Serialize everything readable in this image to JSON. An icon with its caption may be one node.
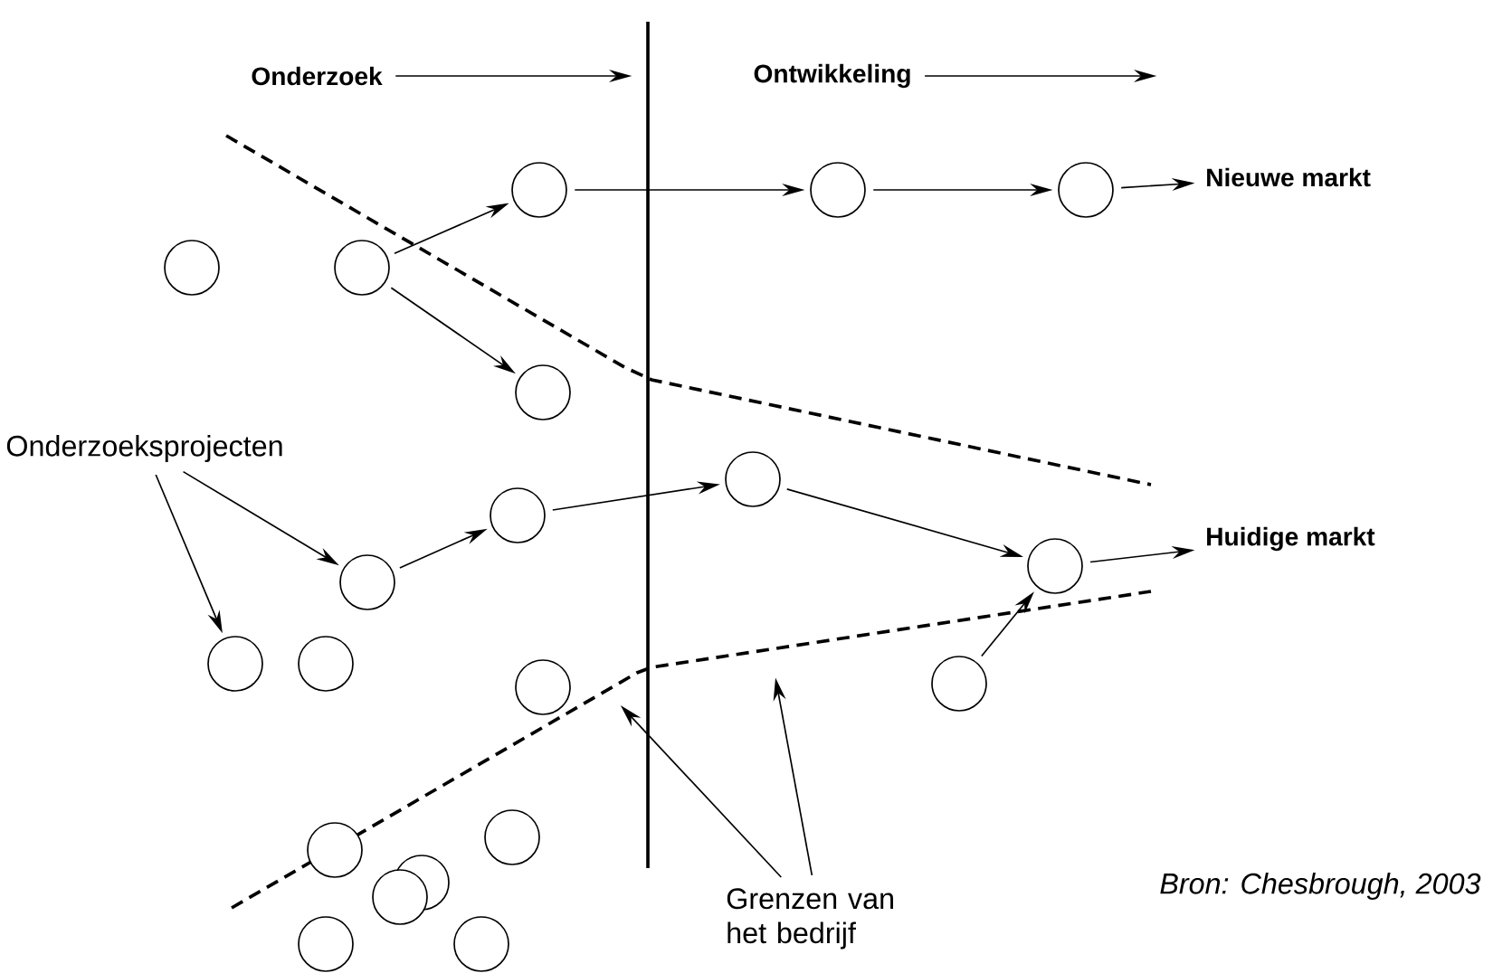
{
  "diagram": {
    "nodes": [
      {
        "text": [
          "Onderzoek"
        ]
      },
      {
        "text": [
          "Ontwikkeling"
        ]
      },
      {
        "text": [],
        "shape": "circle"
      },
      {
        "text": [],
        "shape": "circle"
      },
      {
        "text": [],
        "shape": "circle"
      },
      {
        "text": [],
        "shape": "circle"
      },
      {
        "text": [],
        "shape": "circle"
      },
      {
        "text": [
          "Nieuwe markt"
        ]
      },
      {
        "text": [],
        "shape": "circle"
      },
      {
        "text": [
          "Onderzoeksprojecten"
        ]
      },
      {
        "text": [],
        "shape": "circle"
      },
      {
        "text": [],
        "shape": "circle"
      },
      {
        "text": [],
        "shape": "circle"
      },
      {
        "text": [],
        "shape": "circle"
      },
      {
        "text": [
          "Huidige markt"
        ]
      },
      {
        "text": [],
        "shape": "circle"
      },
      {
        "text": [],
        "shape": "circle"
      },
      {
        "text": [],
        "shape": "circle"
      },
      {
        "text": [],
        "shape": "circle"
      },
      {
        "text": [
          "Grenzen van het bedrijf"
        ]
      },
      {
        "text": [],
        "shape": "circle"
      },
      {
        "text": [],
        "shape": "circle"
      },
      {
        "text": [],
        "shape": "circle"
      },
      {
        "text": [],
        "shape": "circle"
      },
      {
        "text": [],
        "shape": "circle"
      },
      {
        "text": [],
        "shape": "circle"
      }
    ],
    "edges": [
      {
        "from": 0,
        "to": null,
        "arrow": "to"
      },
      {
        "from": 1,
        "to": null,
        "arrow": "to"
      },
      {
        "from": 3,
        "to": 4,
        "arrow": "to"
      },
      {
        "from": 3,
        "to": 8,
        "arrow": "to"
      },
      {
        "from": 4,
        "to": 5,
        "arrow": "to"
      },
      {
        "from": 5,
        "to": 6,
        "arrow": "to"
      },
      {
        "from": 6,
        "to": 7,
        "arrow": "to"
      },
      {
        "from": 9,
        "to": 15,
        "arrow": "to"
      },
      {
        "from": 9,
        "to": 12,
        "arrow": "to"
      },
      {
        "from": 12,
        "to": 10,
        "arrow": "to"
      },
      {
        "from": 10,
        "to": 11,
        "arrow": "to"
      },
      {
        "from": 11,
        "to": 13,
        "arrow": "to"
      },
      {
        "from": 18,
        "to": 13,
        "arrow": "to"
      },
      {
        "from": 13,
        "to": 14,
        "arrow": "to"
      },
      {
        "from": 19,
        "to": null,
        "arrow": "to"
      },
      {
        "from": 19,
        "to": null,
        "arrow": "to"
      }
    ],
    "labels": [
      "*Bron: Chesbrough, 2003*"
    ]
  }
}
